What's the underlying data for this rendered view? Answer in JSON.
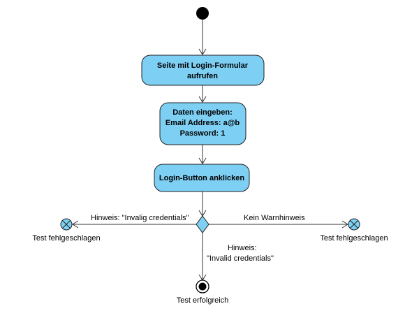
{
  "diagram": {
    "actions": [
      {
        "id": "open-page",
        "lines": [
          "Seite mit Login-Formular",
          "aufrufen"
        ]
      },
      {
        "id": "enter-data",
        "lines": [
          "Daten eingeben:",
          "Email Address: a@b",
          "Password: 1"
        ]
      },
      {
        "id": "click-login",
        "lines": [
          "Login-Button anklicken"
        ]
      }
    ],
    "edge_labels": {
      "left": "Hinweis: \"Invalig credentials\"",
      "right": "Kein Warnhinweis",
      "down_line1": "Hinweis:",
      "down_line2": "\"Invalid credentials\""
    },
    "final_labels": {
      "left_fail": "Test fehlgeschlagen",
      "right_fail": "Test fehlgeschlagen",
      "success": "Test erfolgreich"
    },
    "colors": {
      "action_fill": "#7DCFF3",
      "action_stroke": "#222222",
      "decision_fill": "#7DCFF3",
      "flow_final_fill": "#7DCFF3",
      "initial_fill": "#000000"
    }
  }
}
